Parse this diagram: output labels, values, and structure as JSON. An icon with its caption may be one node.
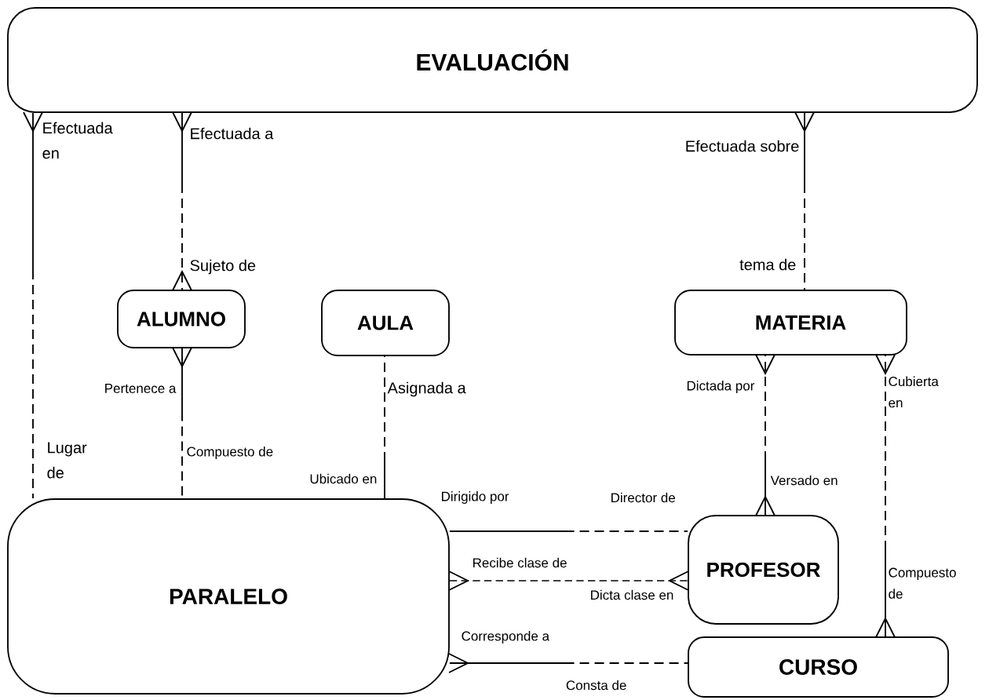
{
  "diagram": {
    "nodes": [
      {
        "text": [
          "EVALUACIÓN"
        ]
      },
      {
        "text": [
          "ALUMNO"
        ]
      },
      {
        "text": [
          "AULA"
        ]
      },
      {
        "text": [
          "MATERIA"
        ]
      },
      {
        "text": [
          "PARALELO"
        ]
      },
      {
        "text": [
          "PROFESOR"
        ]
      },
      {
        "text": [
          "CURSO"
        ]
      }
    ],
    "edges": [
      {
        "from": 0,
        "to": 4,
        "arrow": "other",
        "style": "dashed"
      },
      {
        "from": 0,
        "to": 1,
        "arrow": "other",
        "style": "dashed"
      },
      {
        "from": 0,
        "to": 3,
        "arrow": "other",
        "style": "dashed"
      },
      {
        "from": 1,
        "to": 4,
        "arrow": "other",
        "style": "dashed"
      },
      {
        "from": 2,
        "to": 4,
        "arrow": "none",
        "style": "dashed"
      },
      {
        "from": 3,
        "to": 5,
        "arrow": "other",
        "style": "dashed"
      },
      {
        "from": 3,
        "to": 6,
        "arrow": "other",
        "style": "dashed"
      },
      {
        "from": 4,
        "to": 5,
        "arrow": "none",
        "style": "dashed"
      },
      {
        "from": 4,
        "to": 5,
        "arrow": "other",
        "style": "dashed"
      },
      {
        "from": 4,
        "to": 6,
        "arrow": "other",
        "style": "dashed"
      }
    ],
    "labels": [
      "Efectuada en",
      "Efectuada a",
      "Efectuada sobre",
      "Sujeto de",
      "tema de",
      "Pertenece a",
      "Asignada a",
      "Dictada por",
      "Cubierta en",
      "Lugar de",
      "Compuesto de",
      "Ubicado en",
      "Dirigido por",
      "Director de",
      "Versado en",
      "Recibe clase de",
      "Compuesto de",
      "Dicta clase en",
      "Corresponde a",
      "Consta de"
    ]
  }
}
